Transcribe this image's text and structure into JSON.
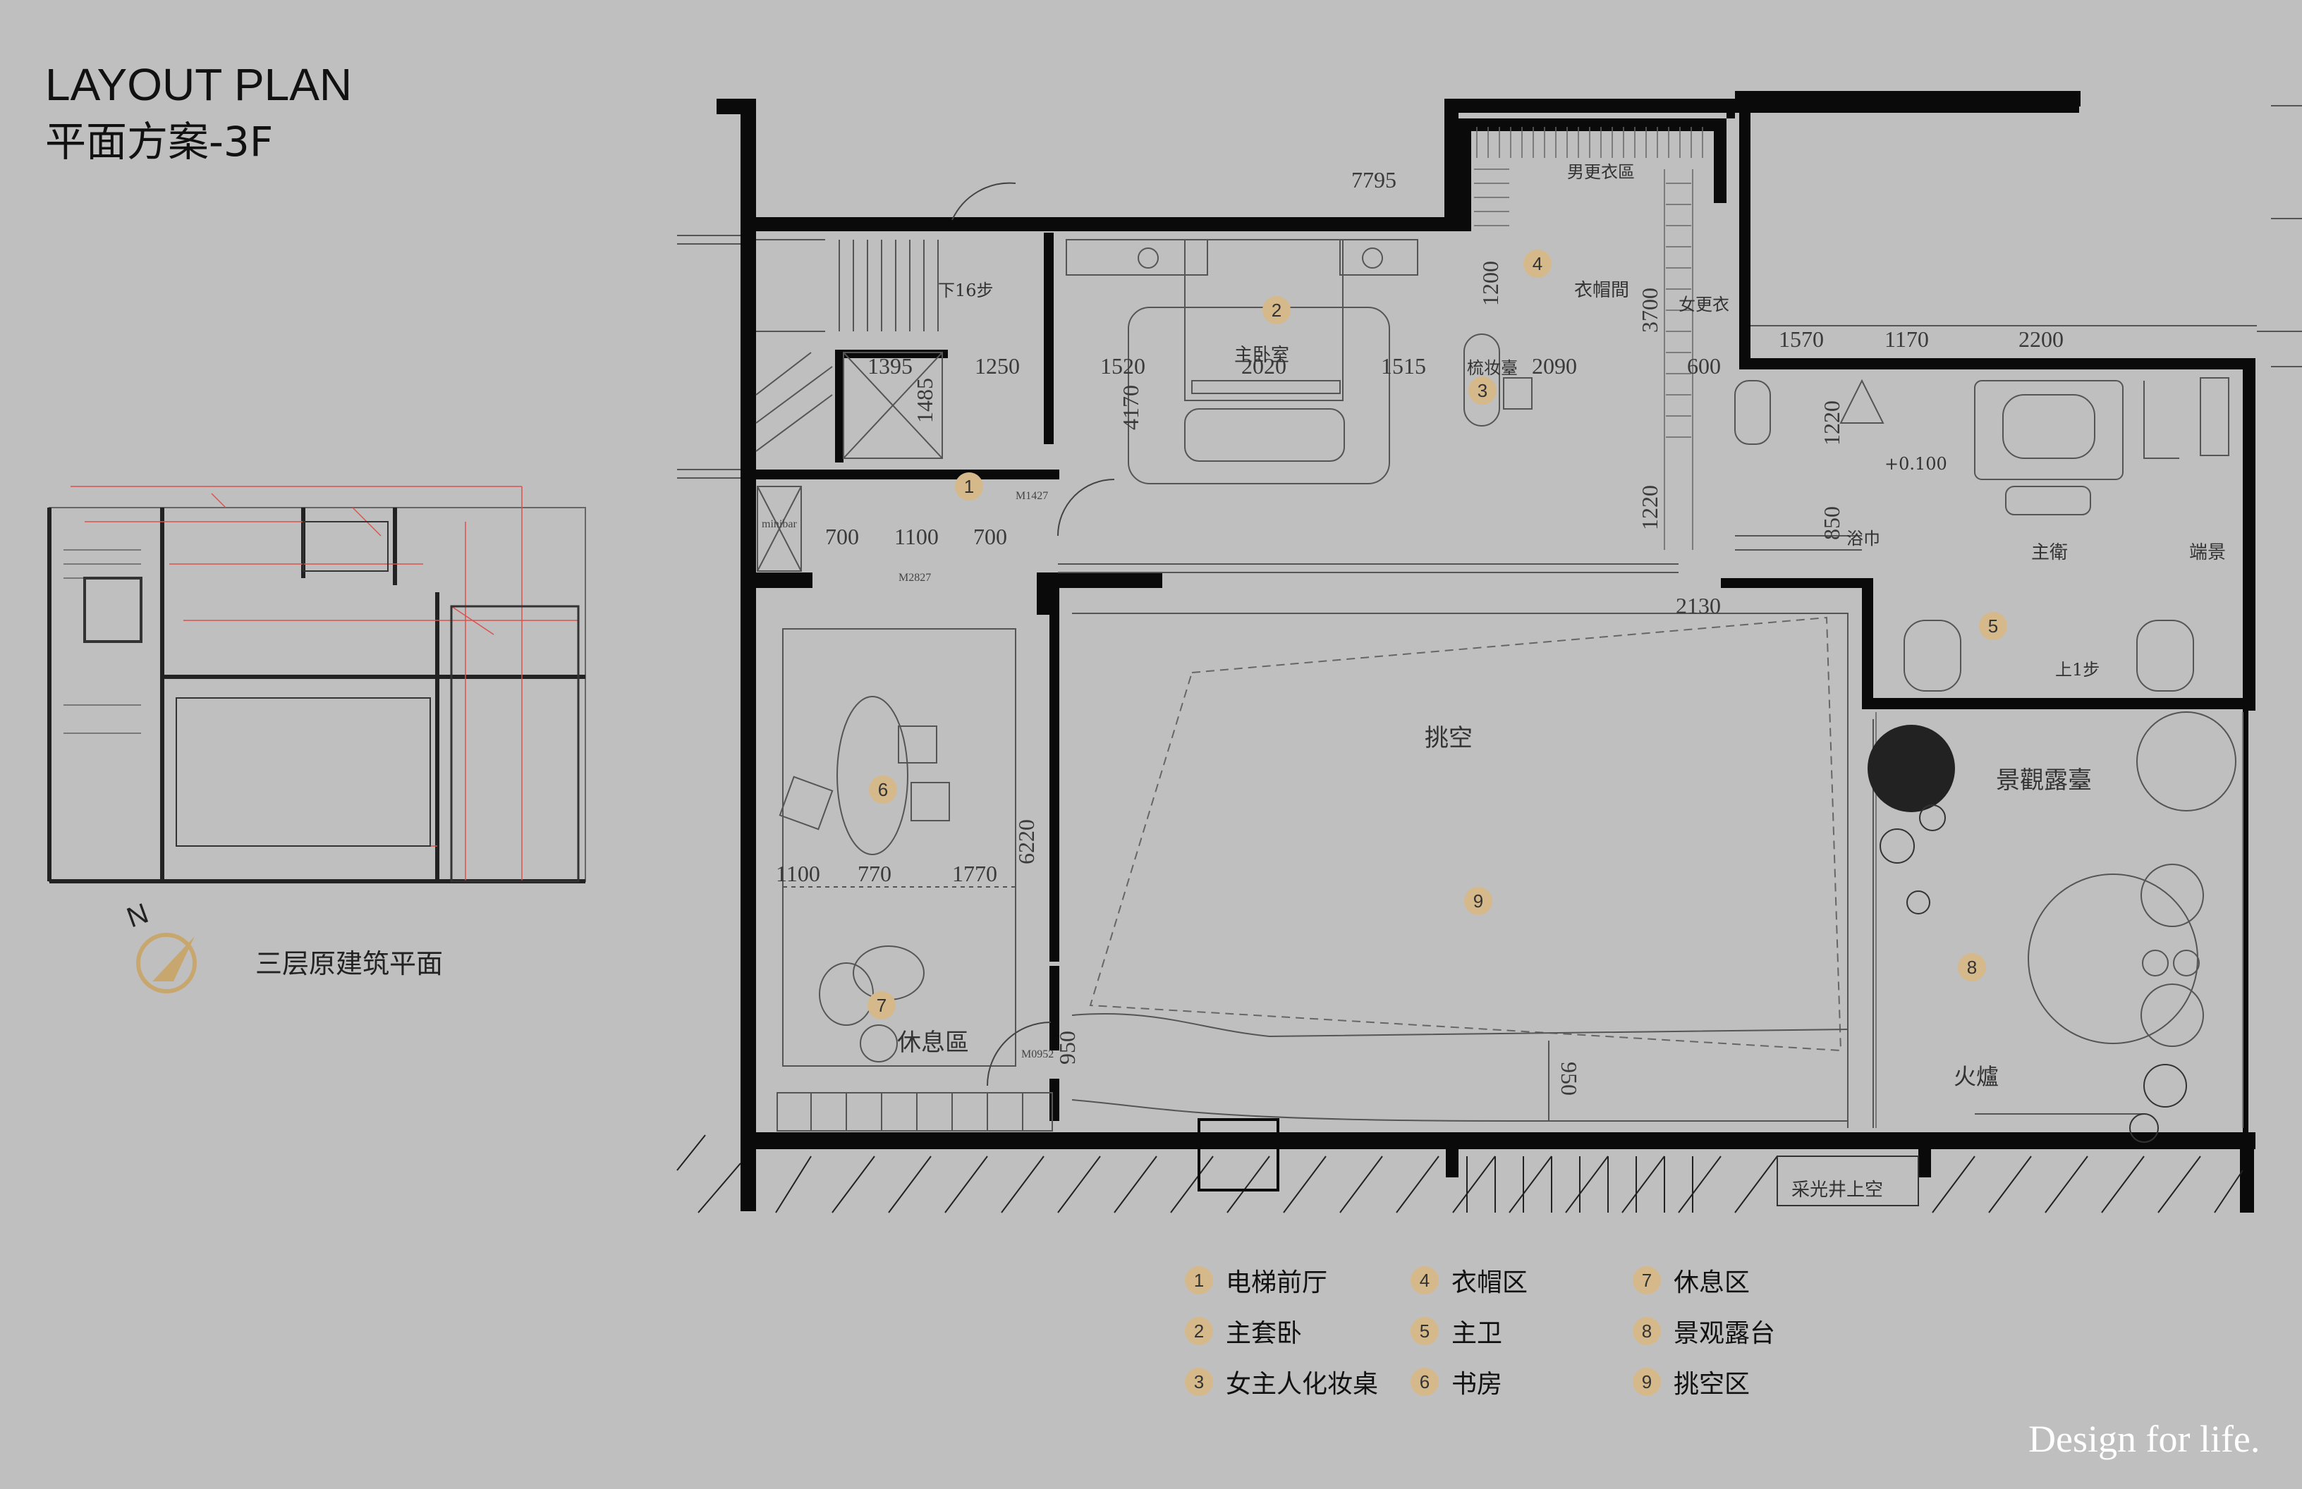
{
  "header": {
    "title": "LAYOUT PLAN",
    "subtitle": "平面方案-3F"
  },
  "original_plan": {
    "caption": "三层原建筑平面",
    "compass_label": "N"
  },
  "dimensions": {
    "d7795": "7795",
    "d1395": "1395",
    "d1485": "1485",
    "d1250": "1250",
    "d1520": "1520",
    "d2020": "2020",
    "d1515": "1515",
    "d2090": "2090",
    "d600": "600",
    "d1200": "1200",
    "d3700": "3700",
    "d4170": "4170",
    "d1220a": "1220",
    "d1220b": "1220",
    "d1570": "1570",
    "d1170": "1170",
    "d2200": "2200",
    "d850": "850",
    "d700a": "700",
    "d1100a": "1100",
    "d700b": "700",
    "d2130": "2130",
    "d6220": "6220",
    "d1100b": "1100",
    "d770": "770",
    "d1770": "1770",
    "d950a": "950",
    "d950b": "950"
  },
  "annotations": {
    "stairs_down": "下16步",
    "master_bedroom": "主卧室",
    "vanity": "梳妆臺",
    "cloakroom": "衣帽間",
    "mens_closet": "男更衣區",
    "womens_closet": "女更衣",
    "master_bath": "主衛",
    "bath_towel": "浴巾",
    "tub": "端景",
    "level": "+0.100",
    "steps_up": "上1步",
    "void": "挑空",
    "terrace": "景觀露臺",
    "fireplace": "火爐",
    "lounge": "休息區",
    "minibar": "minibar",
    "door_m1427": "M1427",
    "door_m2827": "M2827",
    "door_m0952": "M0952",
    "skylight": "采光井上空"
  },
  "markers": [
    "1",
    "2",
    "3",
    "4",
    "5",
    "6",
    "7",
    "8",
    "9"
  ],
  "legend": [
    {
      "num": "1",
      "label": "电梯前厅"
    },
    {
      "num": "4",
      "label": "衣帽区"
    },
    {
      "num": "7",
      "label": "休息区"
    },
    {
      "num": "2",
      "label": "主套卧"
    },
    {
      "num": "5",
      "label": "主卫"
    },
    {
      "num": "8",
      "label": "景观露台"
    },
    {
      "num": "3",
      "label": "女主人化妆桌"
    },
    {
      "num": "6",
      "label": "书房"
    },
    {
      "num": "9",
      "label": "挑空区"
    }
  ],
  "tagline": "Design for life.",
  "colors": {
    "background": "#bfbfbf",
    "wall": "#0a0a0a",
    "marker": "#d6b98a",
    "red_lines": "#d9534f"
  }
}
